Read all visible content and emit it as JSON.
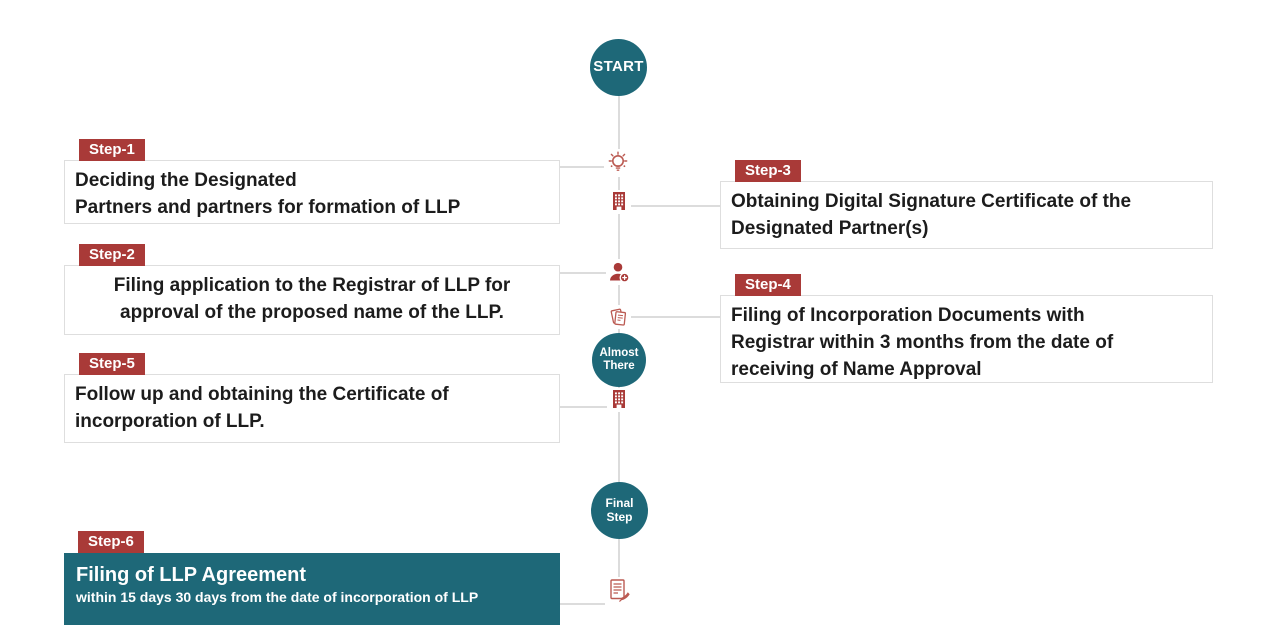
{
  "colors": {
    "teal": "#1e6878",
    "red": "#a93a38",
    "icon_outline_red": "#bb5a52",
    "connector_gray": "#dcdcdc",
    "box_border": "#dedede",
    "text_dark": "#1c1c1c",
    "white": "#ffffff"
  },
  "timeline": {
    "start_label": "START",
    "almost_line1": "Almost",
    "almost_line2": "There",
    "final_label": "Final Step"
  },
  "icons": {
    "idea": "idea-lightbulb-icon",
    "building_top": "office-building-icon",
    "add_partner": "add-partner-person-icon",
    "documents": "incorporation-documents-icon",
    "building_bottom": "office-building-icon",
    "agreement": "agreement-signing-icon"
  },
  "steps": {
    "step1": {
      "badge": "Step-1",
      "line1": "Deciding the Designated",
      "line2": "Partners and partners for formation of LLP"
    },
    "step2": {
      "badge": "Step-2",
      "line1": "Filing application to the Registrar of LLP for",
      "line2": "approval of the proposed name of the LLP."
    },
    "step3": {
      "badge": "Step-3",
      "line1": "Obtaining Digital Signature Certificate of the",
      "line2": "Designated Partner(s)"
    },
    "step4": {
      "badge": "Step-4",
      "line1": "Filing of Incorporation Documents with",
      "line2": "Registrar within 3 months from the date of",
      "line3": "receiving of Name Approval"
    },
    "step5": {
      "badge": "Step-5",
      "line1": "Follow up and obtaining the Certificate of",
      "line2": "incorporation of LLP."
    },
    "step6": {
      "badge": "Step-6",
      "title": "Filing of LLP Agreement",
      "subtitle": "within 15 days 30 days from the date of incorporation of LLP"
    }
  }
}
